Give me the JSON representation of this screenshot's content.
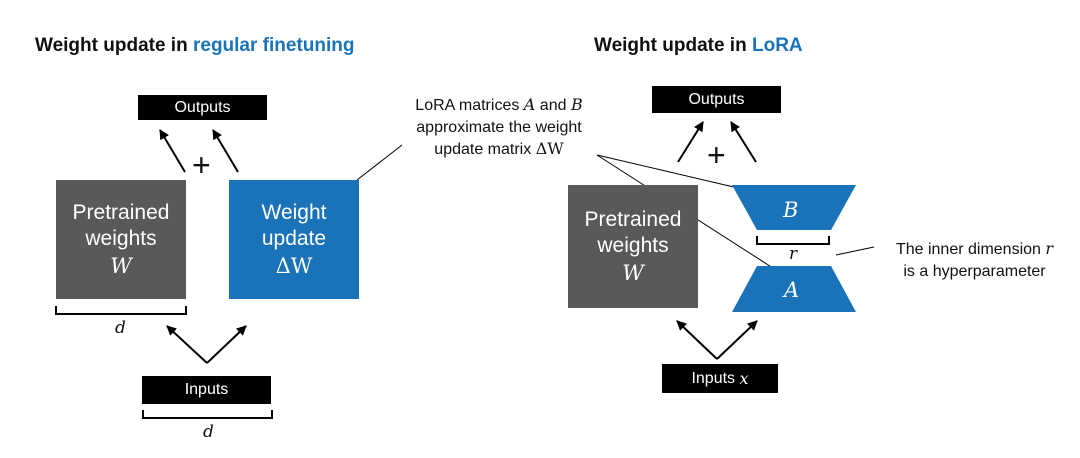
{
  "left": {
    "title_prefix": "Weight update in ",
    "title_highlight": "regular finetuning",
    "outputs": "Outputs",
    "plus": "+",
    "pretrained": {
      "line1": "Pretrained",
      "line2": "weights",
      "symbol": "W"
    },
    "update": {
      "line1": "Weight",
      "line2": "update",
      "symbol": "ΔW"
    },
    "dim_label_box": "d",
    "inputs": "Inputs",
    "dim_label_inputs": "d"
  },
  "right": {
    "title_prefix": "Weight update in ",
    "title_highlight": "LoRA",
    "outputs": "Outputs",
    "plus": "+",
    "pretrained": {
      "line1": "Pretrained",
      "line2": "weights",
      "symbol": "W"
    },
    "matrix_b": "B",
    "matrix_a": "A",
    "rank_label": "r",
    "inputs_label": "Inputs",
    "inputs_symbol": "x"
  },
  "annotations": {
    "lora_line1_prefix": "LoRA matrices ",
    "lora_A": "A",
    "lora_and": " and ",
    "lora_B": "B",
    "lora_line2": "approximate the weight",
    "lora_line3_prefix": "update matrix ",
    "lora_dW": "ΔW",
    "rank_line1_prefix": "The inner dimension ",
    "rank_r": "r",
    "rank_line2": "is a hyperparameter"
  },
  "colors": {
    "blue": "#1a73b8",
    "gray": "#595959",
    "black": "#000000"
  }
}
